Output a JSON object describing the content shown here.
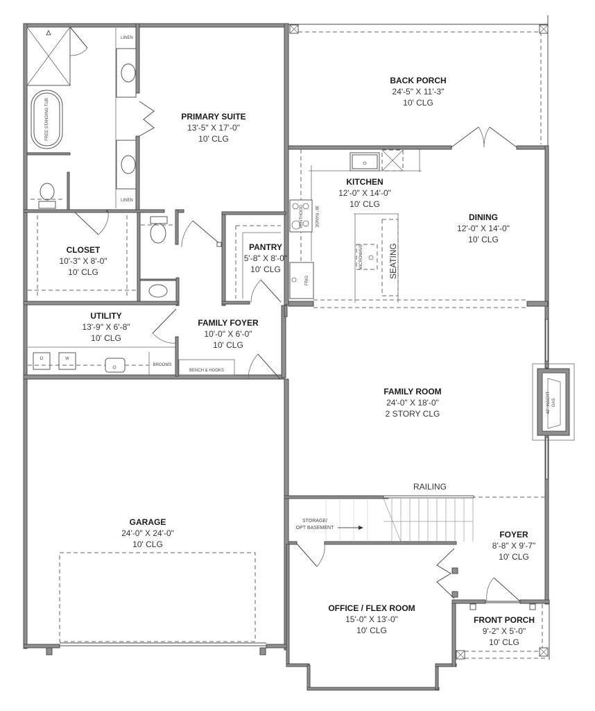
{
  "plan": {
    "rooms": {
      "primary_suite": {
        "name": "PRIMARY SUITE",
        "dims": "13'-5\" X 17'-0\"",
        "ceiling": "10' CLG"
      },
      "back_porch": {
        "name": "BACK PORCH",
        "dims": "24'-5\" X 11'-3\"",
        "ceiling": "10' CLG"
      },
      "kitchen": {
        "name": "KITCHEN",
        "dims": "12'-0\" X 14'-0\"",
        "ceiling": "10' CLG"
      },
      "dining": {
        "name": "DINING",
        "dims": "12'-0\" X 14'-0\"",
        "ceiling": "10' CLG"
      },
      "closet": {
        "name": "CLOSET",
        "dims": "10'-3\" X 8'-0\"",
        "ceiling": "10' CLG"
      },
      "pantry": {
        "name": "PANTRY",
        "dims": "5'-8\" X 8'-0\"",
        "ceiling": "10' CLG"
      },
      "utility": {
        "name": "UTILITY",
        "dims": "13'-9\" X 6'-8\"",
        "ceiling": "10' CLG"
      },
      "family_foyer": {
        "name": "FAMILY FOYER",
        "dims": "10'-0\" X 6'-0\"",
        "ceiling": "10' CLG"
      },
      "family_room": {
        "name": "FAMILY ROOM",
        "dims": "24'-0\" X 18'-0\"",
        "ceiling": "2 STORY CLG"
      },
      "garage": {
        "name": "GARAGE",
        "dims": "24'-0\" X 24'-0\"",
        "ceiling": "10' CLG"
      },
      "foyer": {
        "name": "FOYER",
        "dims": "8'-8\" X 9'-7\"",
        "ceiling": "10' CLG"
      },
      "office": {
        "name": "OFFICE / FLEX ROOM",
        "dims": "15'-0\" X 13'-0\"",
        "ceiling": "10' CLG"
      },
      "front_porch": {
        "name": "FRONT PORCH",
        "dims": "9'-2\" X 5'-0\"",
        "ceiling": "10' CLG"
      }
    },
    "annotations": {
      "linen_top": "LINEN",
      "linen_bottom": "LINEN",
      "free_standing_tub": "FREE STANDING TUB",
      "seating": "SEATING",
      "microwave": "MICROWAVE",
      "venthood": "VENTHOOD",
      "range": "36\" RANGE",
      "frig": "FRIG",
      "brooms": "BROOMS",
      "bench_hooks": "BENCH & HOOKS",
      "dryer": "D",
      "washer": "W",
      "railing": "RAILING",
      "storage_line1": "STORAGE/",
      "storage_line2": "OPT BASEMENT",
      "fireplace_line1": "42\" INSERT",
      "fireplace_line2": "GAS"
    }
  }
}
